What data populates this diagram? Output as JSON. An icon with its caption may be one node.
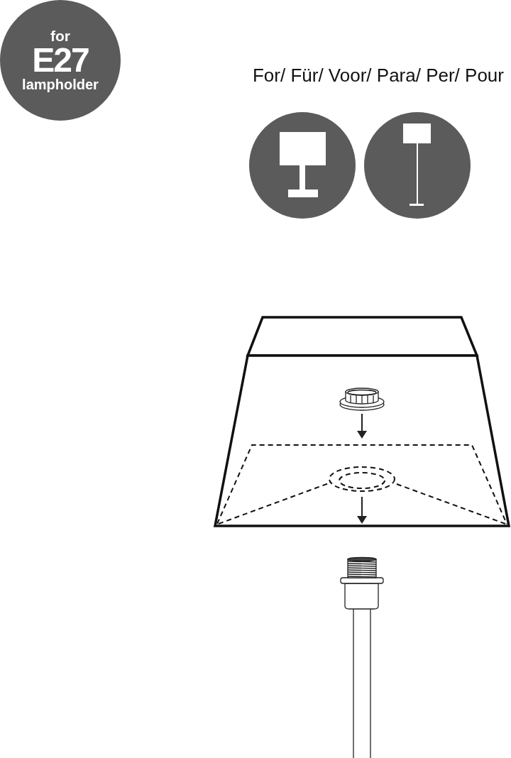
{
  "diagram": {
    "nodes": [
      {
        "text": [
          "for",
          "E27",
          "lampholder"
        ]
      },
      {
        "text": [],
        "shape": "picture"
      },
      {
        "text": [],
        "shape": "picture"
      }
    ],
    "edges": [],
    "labels": [
      "For/ Für/ Voor/ Para/ Per/ Pour"
    ]
  }
}
